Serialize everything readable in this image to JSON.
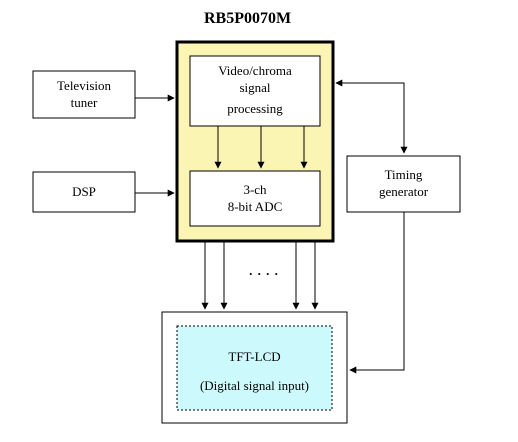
{
  "title": "RB5P0070M",
  "blocks": {
    "television_tuner": [
      "Television",
      "tuner"
    ],
    "dsp": "DSP",
    "video_chroma": [
      "Video/chroma",
      "signal",
      "processing"
    ],
    "adc": [
      "3-ch",
      "8-bit ADC"
    ],
    "timing_generator": [
      "Timing",
      "generator"
    ],
    "tft_lcd": "TFT-LCD",
    "tft_lcd_sub": "(Digital signal input)"
  },
  "dots": ". . . .",
  "colors": {
    "chip_fill": "#fbf5b4",
    "chip_border": "#000000",
    "lcd_fill": "#ccf9fb",
    "line": "#000000"
  }
}
